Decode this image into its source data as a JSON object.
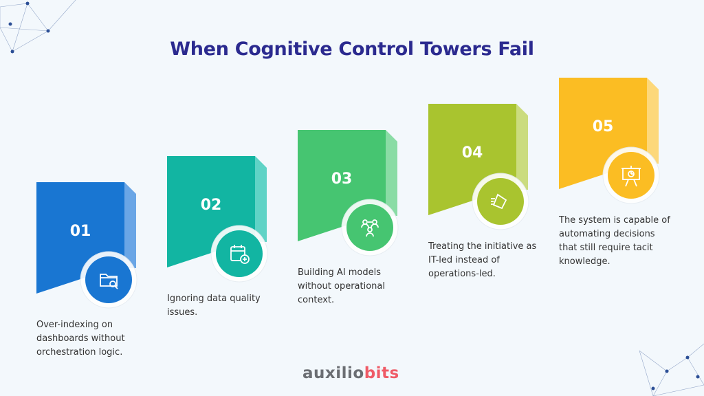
{
  "title": "When Cognitive Control Towers Fail",
  "steps": [
    {
      "number": "01",
      "text": "Over-indexing on dashboards without orchestration logic.",
      "icon": "folder-search-icon",
      "color": "#1976d2",
      "side": "#6aa6e6"
    },
    {
      "number": "02",
      "text": "Ignoring data quality issues.",
      "icon": "calendar-add-icon",
      "color": "#12b5a2",
      "side": "#5fd3c6"
    },
    {
      "number": "03",
      "text": "Building AI models without operational context.",
      "icon": "team-icon",
      "color": "#46c571",
      "side": "#8adca5"
    },
    {
      "number": "04",
      "text": "Treating the initiative as IT-led instead of operations-led.",
      "icon": "tag-icon",
      "color": "#a9c42f",
      "side": "#cbdc7e"
    },
    {
      "number": "05",
      "text": "The system is capable of automating decisions that still require tacit knowledge.",
      "icon": "presentation-icon",
      "color": "#fbbd23",
      "side": "#fdd87a"
    }
  ],
  "logo": {
    "part1": "auxilio",
    "part2": "bits"
  }
}
